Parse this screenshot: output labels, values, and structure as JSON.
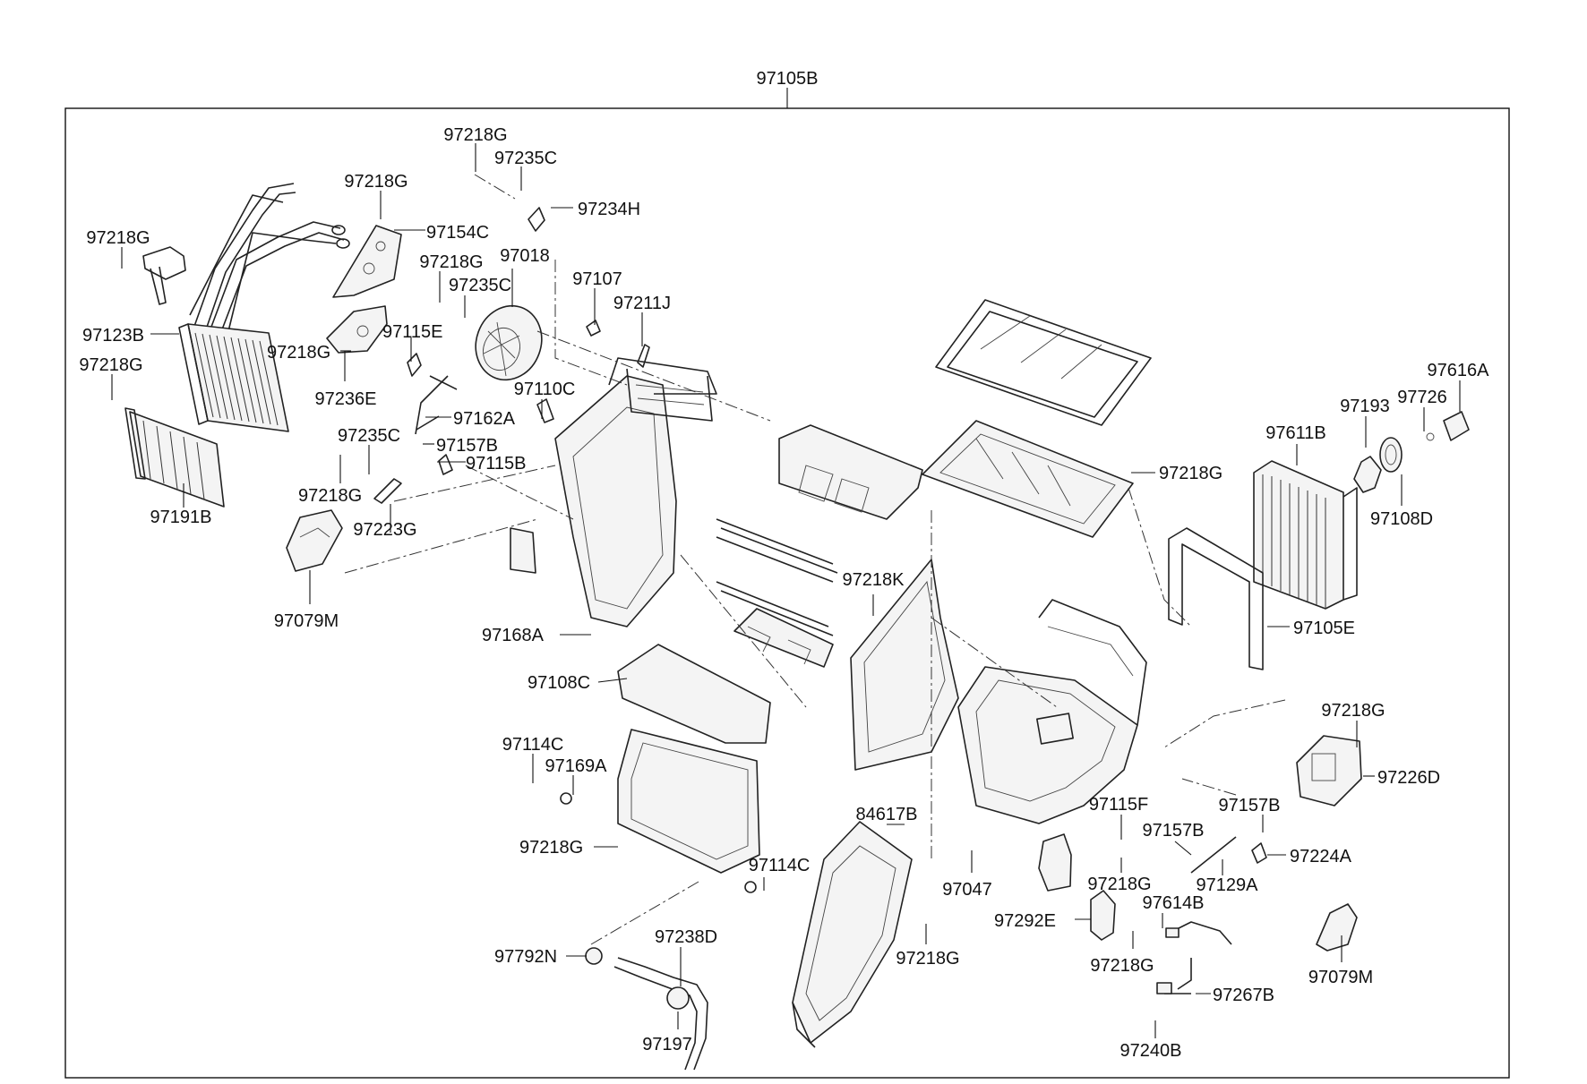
{
  "assembly_label": "97105B",
  "callouts": [
    {
      "id": "c1",
      "text": "97218G"
    },
    {
      "id": "c2",
      "text": "97235C"
    },
    {
      "id": "c3",
      "text": "97234H"
    },
    {
      "id": "c4",
      "text": "97218G"
    },
    {
      "id": "c5",
      "text": "97154C"
    },
    {
      "id": "c6",
      "text": "97218G"
    },
    {
      "id": "c7",
      "text": "97218G"
    },
    {
      "id": "c8",
      "text": "97018"
    },
    {
      "id": "c9",
      "text": "97235C"
    },
    {
      "id": "c10",
      "text": "97107"
    },
    {
      "id": "c11",
      "text": "97211J"
    },
    {
      "id": "c12",
      "text": "97123B"
    },
    {
      "id": "c13",
      "text": "97218G"
    },
    {
      "id": "c14",
      "text": "97115E"
    },
    {
      "id": "c15",
      "text": "97218G"
    },
    {
      "id": "c16",
      "text": "97236E"
    },
    {
      "id": "c17",
      "text": "97110C"
    },
    {
      "id": "c18",
      "text": "97162A"
    },
    {
      "id": "c19",
      "text": "97235C"
    },
    {
      "id": "c20",
      "text": "97157B"
    },
    {
      "id": "c21",
      "text": "97115B"
    },
    {
      "id": "c22",
      "text": "97218G"
    },
    {
      "id": "c23",
      "text": "97223G"
    },
    {
      "id": "c24",
      "text": "97191B"
    },
    {
      "id": "c25",
      "text": "97079M"
    },
    {
      "id": "c26",
      "text": "97168A"
    },
    {
      "id": "c27",
      "text": "97218K"
    },
    {
      "id": "c28",
      "text": "97108C"
    },
    {
      "id": "c29",
      "text": "97114C"
    },
    {
      "id": "c30",
      "text": "97169A"
    },
    {
      "id": "c31",
      "text": "97218G"
    },
    {
      "id": "c32",
      "text": "97114C"
    },
    {
      "id": "c33",
      "text": "97792N"
    },
    {
      "id": "c34",
      "text": "97238D"
    },
    {
      "id": "c35",
      "text": "97197"
    },
    {
      "id": "c36",
      "text": "84617B"
    },
    {
      "id": "c37",
      "text": "97218G"
    },
    {
      "id": "c38",
      "text": "97047"
    },
    {
      "id": "c39",
      "text": "97115F"
    },
    {
      "id": "c40",
      "text": "97218G"
    },
    {
      "id": "c41",
      "text": "97292E"
    },
    {
      "id": "c42",
      "text": "97218G"
    },
    {
      "id": "c43",
      "text": "97614B"
    },
    {
      "id": "c44",
      "text": "97267B"
    },
    {
      "id": "c45",
      "text": "97240B"
    },
    {
      "id": "c46",
      "text": "97157B"
    },
    {
      "id": "c47",
      "text": "97157B"
    },
    {
      "id": "c48",
      "text": "97129A"
    },
    {
      "id": "c49",
      "text": "97224A"
    },
    {
      "id": "c50",
      "text": "97218G"
    },
    {
      "id": "c51",
      "text": "97226D"
    },
    {
      "id": "c52",
      "text": "97079M"
    },
    {
      "id": "c53",
      "text": "97218G"
    },
    {
      "id": "c54",
      "text": "97611B"
    },
    {
      "id": "c55",
      "text": "97193"
    },
    {
      "id": "c56",
      "text": "97726"
    },
    {
      "id": "c57",
      "text": "97616A"
    },
    {
      "id": "c58",
      "text": "97108D"
    },
    {
      "id": "c59",
      "text": "97105E"
    }
  ]
}
